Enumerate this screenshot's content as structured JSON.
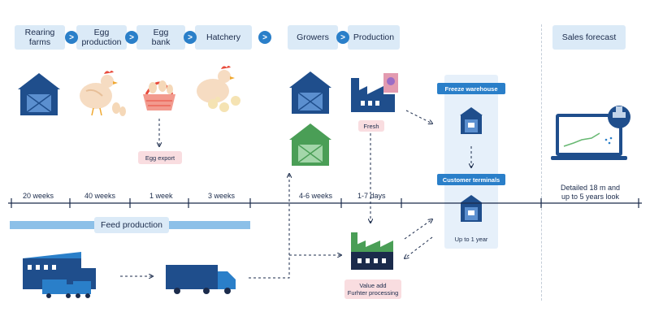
{
  "stages": [
    {
      "label": "Rearing\nfarms"
    },
    {
      "label": "Egg\nproduction"
    },
    {
      "label": "Egg\nbank"
    },
    {
      "label": "Hatchery"
    },
    {
      "label": "Growers"
    },
    {
      "label": "Production"
    },
    {
      "label": "Sales forecast"
    }
  ],
  "chevron_glyph": ">",
  "timeline": {
    "labels": [
      "20 weeks",
      "40 weeks",
      "1 week",
      "3 weeks",
      "4-6 weeks",
      "1-7 days",
      "Detailed 18 m and\nup to 5 years look"
    ]
  },
  "egg_export": "Egg export",
  "fresh": "Fresh",
  "freeze_warehouse": "Freeze warehouse",
  "customer_terminals": "Customer terminals",
  "up_to_1_year": "Up to 1 year",
  "feed_production": "Feed production",
  "value_add": "Value add\nFurhter processing",
  "colors": {
    "navy": "#1f4e8c",
    "blue": "#2a7fc9",
    "light_blue": "#dbeaf7",
    "panel_blue": "#e6f0fa",
    "green": "#67b872",
    "pink": "#f9dde0",
    "timeline": "#1b2b4b"
  },
  "icons": [
    "barn-icon",
    "hen-with-eggs-icon",
    "egg-basket-icon",
    "hen-with-chicks-icon",
    "barn-icon",
    "green-barn-icon",
    "factory-icon",
    "warehouse-icon",
    "laptop-chart-icon",
    "feed-factory-icon",
    "truck-icon",
    "green-factory-icon"
  ]
}
